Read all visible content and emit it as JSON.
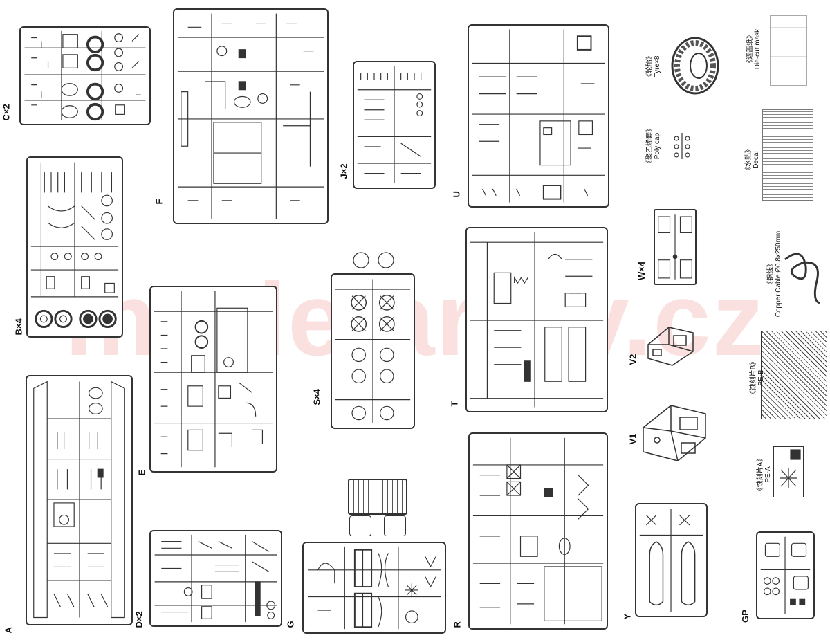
{
  "watermark": "modelarmy.cz",
  "sprues": {
    "C": "C×2",
    "B": "B×4",
    "A": "A",
    "F": "F",
    "E": "E",
    "D": "D×2",
    "J": "J×2",
    "S": "S×4",
    "G": "G",
    "U": "U",
    "T": "T",
    "R": "R",
    "W": "W×4",
    "V2": "V2",
    "V1": "V1",
    "Y": "Y",
    "GP": "GP"
  },
  "extras": {
    "tyre_cn": "《轮胎》",
    "tyre_en": "Tyre×8",
    "polycap_cn": "《聚乙烯套》",
    "polycap_en": "Poly cap",
    "mask_cn": "《遮盖纸》",
    "mask_en": "Die-cut mask",
    "decal_cn": "《水贴》",
    "decal_en": "Decal",
    "cable_cn": "《铜线》",
    "cable_en": "Copper Cable Ø0.8x250mm",
    "peb_cn": "《蚀刻片B》",
    "peb_en": "PE-B",
    "pea_cn": "《蚀刻片A》",
    "pea_en": "PE-A"
  },
  "colors": {
    "line": "#333333",
    "watermark": "#e63c3c"
  }
}
